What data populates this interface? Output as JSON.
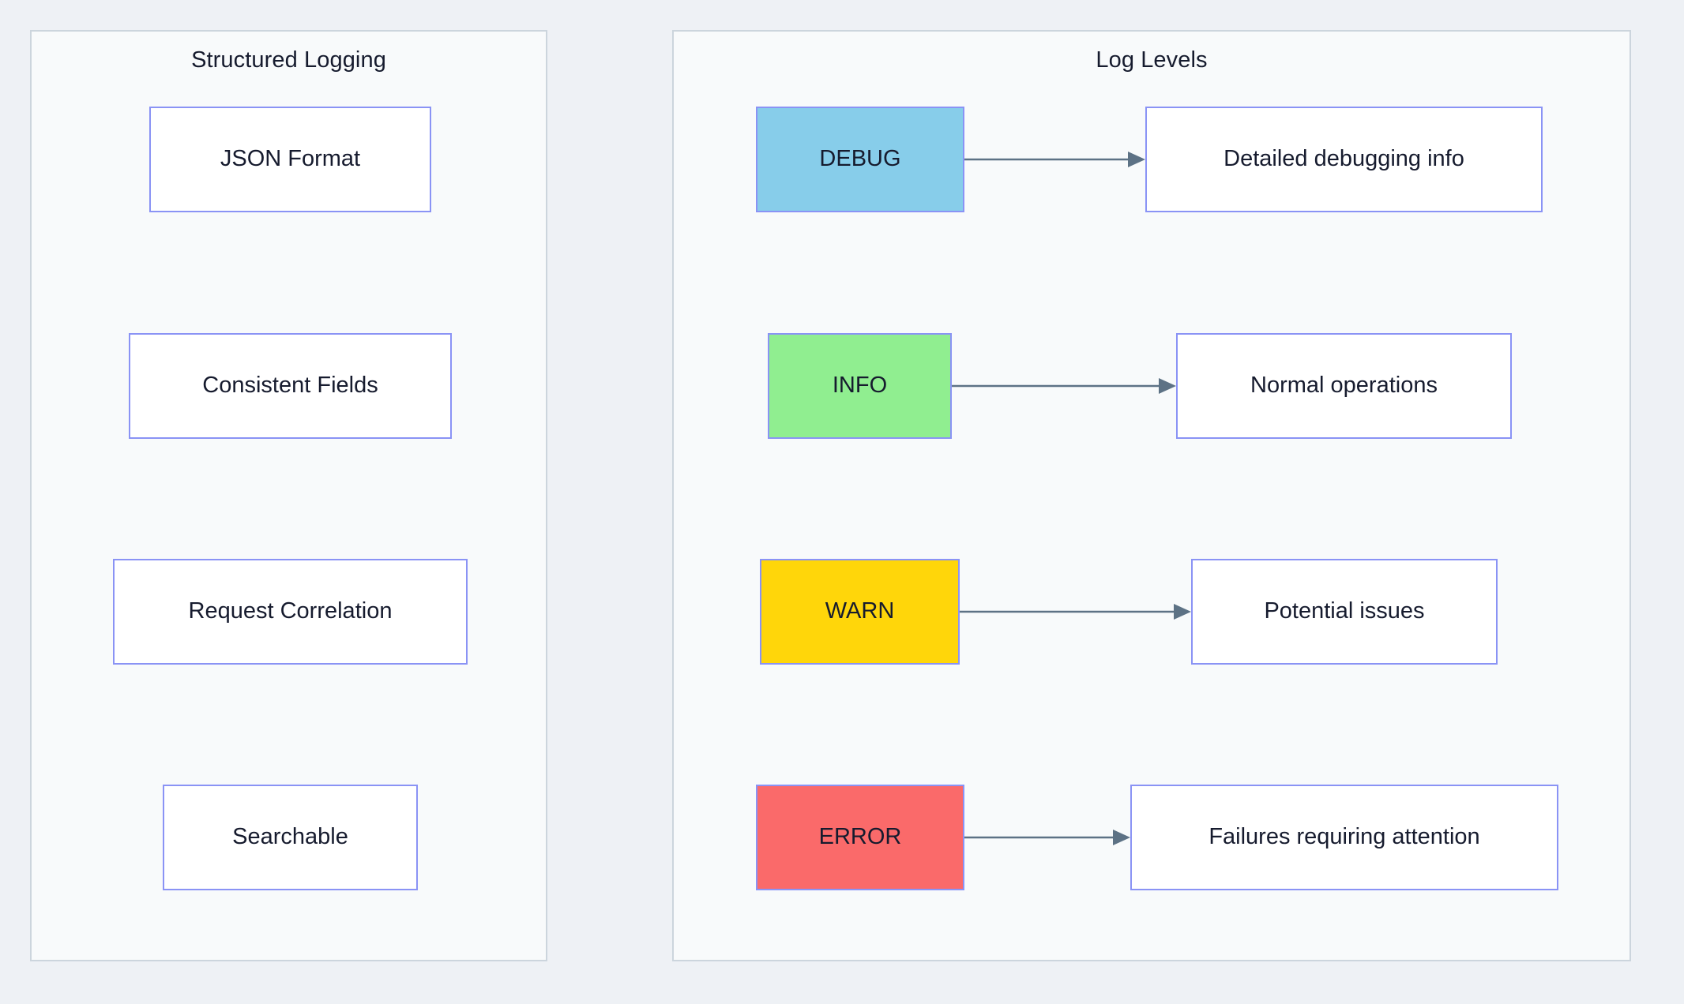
{
  "page": {
    "background_color": "#eef1f5",
    "panel_fill": "#f8fafb",
    "panel_border": "#ccd5dd",
    "node_border": "#8a93f5",
    "node_fill": "#ffffff",
    "text_color": "#161b2e",
    "edge_color": "#5d7285"
  },
  "panels": [
    {
      "id": "structured-logging",
      "title": "Structured Logging",
      "nodes": [
        {
          "id": "json-format",
          "label": "JSON Format"
        },
        {
          "id": "consistent-fields",
          "label": "Consistent Fields"
        },
        {
          "id": "request-correlation",
          "label": "Request Correlation"
        },
        {
          "id": "searchable",
          "label": "Searchable"
        }
      ]
    },
    {
      "id": "log-levels",
      "title": "Log Levels",
      "levels": [
        {
          "id": "debug",
          "label": "DEBUG",
          "color": "#87cdea",
          "description_id": "debug-desc",
          "description": "Detailed debugging info"
        },
        {
          "id": "info",
          "label": "INFO",
          "color": "#90ee90",
          "description_id": "info-desc",
          "description": "Normal operations"
        },
        {
          "id": "warn",
          "label": "WARN",
          "color": "#ffd60a",
          "description_id": "warn-desc",
          "description": "Potential issues"
        },
        {
          "id": "error",
          "label": "ERROR",
          "color": "#fa6a6a",
          "description_id": "error-desc",
          "description": "Failures requiring attention"
        }
      ]
    }
  ]
}
